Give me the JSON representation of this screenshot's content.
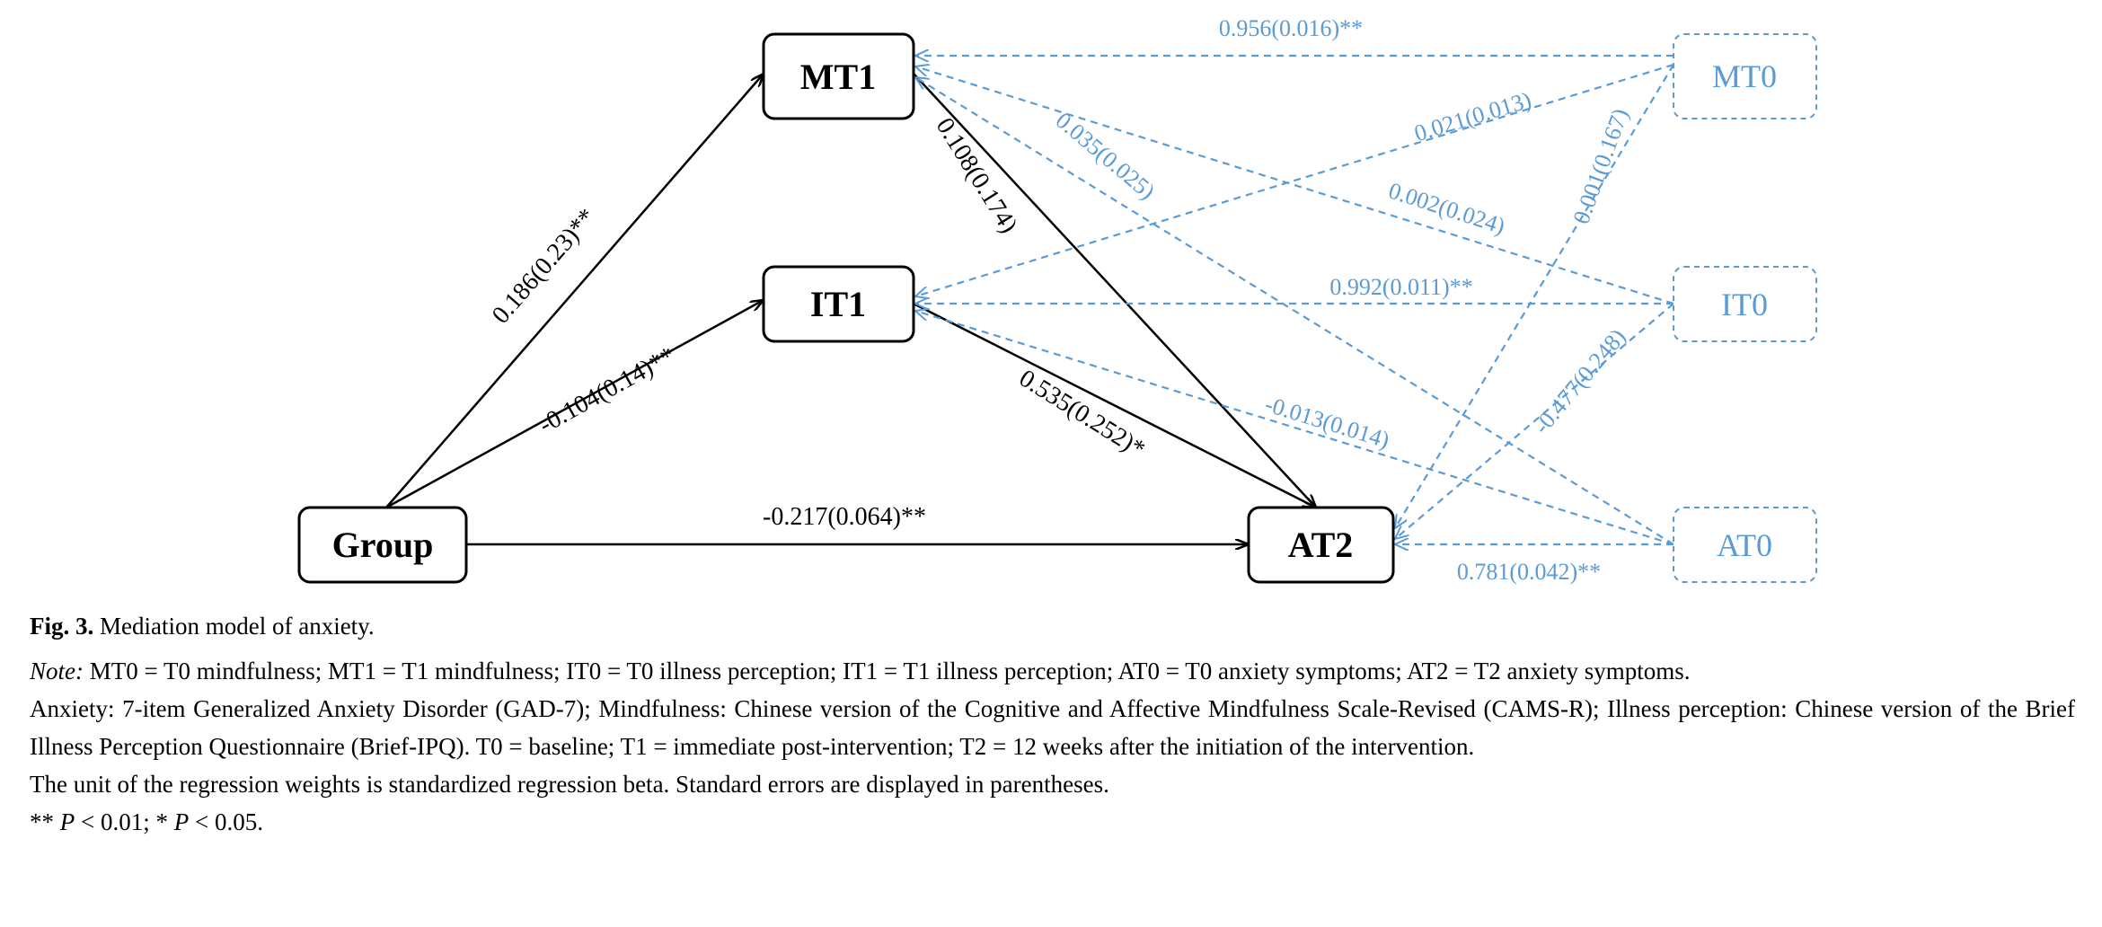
{
  "nodes": {
    "MT1": "MT1",
    "IT1": "IT1",
    "Group": "Group",
    "AT2": "AT2",
    "MT0": "MT0",
    "IT0": "IT0",
    "AT0": "AT0"
  },
  "edges": [
    {
      "from": "Group",
      "to": "MT1",
      "label": "0.186(0.23)**",
      "style": "solid"
    },
    {
      "from": "Group",
      "to": "IT1",
      "label": "-0.104(0.14)**",
      "style": "solid"
    },
    {
      "from": "Group",
      "to": "AT2",
      "label": "-0.217(0.064)**",
      "style": "solid"
    },
    {
      "from": "MT1",
      "to": "AT2",
      "label": "0.108(0.174)",
      "style": "solid"
    },
    {
      "from": "IT1",
      "to": "AT2",
      "label": "0.535(0.252)*",
      "style": "solid"
    },
    {
      "from": "MT0",
      "to": "MT1",
      "label": "0.956(0.016)**",
      "style": "dashed"
    },
    {
      "from": "MT0",
      "to": "IT1",
      "label": "0.021(0.013)",
      "style": "dashed"
    },
    {
      "from": "IT0",
      "to": "MT1",
      "label": "0.002(0.024)",
      "style": "dashed"
    },
    {
      "from": "AT0",
      "to": "MT1",
      "label": "0.035(0.025)",
      "style": "dashed"
    },
    {
      "from": "IT0",
      "to": "IT1",
      "label": "0.992(0.011)**",
      "style": "dashed"
    },
    {
      "from": "MT0",
      "to": "AT2",
      "label": "0.001(0.167)",
      "style": "dashed"
    },
    {
      "from": "IT0",
      "to": "AT2",
      "label": "-0.477(0.248)",
      "style": "dashed"
    },
    {
      "from": "AT0",
      "to": "IT1",
      "label": "-0.013(0.014)",
      "style": "dashed"
    },
    {
      "from": "AT0",
      "to": "AT2",
      "label": "0.781(0.042)**",
      "style": "dashed"
    }
  ],
  "colors": {
    "solid": "#000000",
    "dashed": "#5b9bd5"
  },
  "caption": {
    "fig_label": "Fig. 3.",
    "title": "Mediation model of anxiety.",
    "note_label": "Note:",
    "note": "MT0 = T0 mindfulness; MT1 = T1 mindfulness; IT0 = T0 illness perception; IT1 = T1 illness perception; AT0 = T0 anxiety symptoms; AT2 = T2 anxiety symptoms.",
    "measures": "Anxiety: 7-item Generalized Anxiety Disorder (GAD-7); Mindfulness: Chinese version of the Cognitive and Affective Mindfulness Scale-Revised (CAMS-R); Illness perception: Chinese version of the Brief Illness Perception Questionnaire (Brief-IPQ). T0 = baseline; T1 = immediate post-intervention; T2 = 12 weeks after the initiation of the intervention.",
    "units": "The unit of the regression weights is standardized regression beta. Standard errors are displayed in parentheses.",
    "sig_prefix": "** ",
    "sig_p1": "P",
    "sig_mid": " < 0.01; * ",
    "sig_p2": "P",
    "sig_end": " < 0.05."
  }
}
